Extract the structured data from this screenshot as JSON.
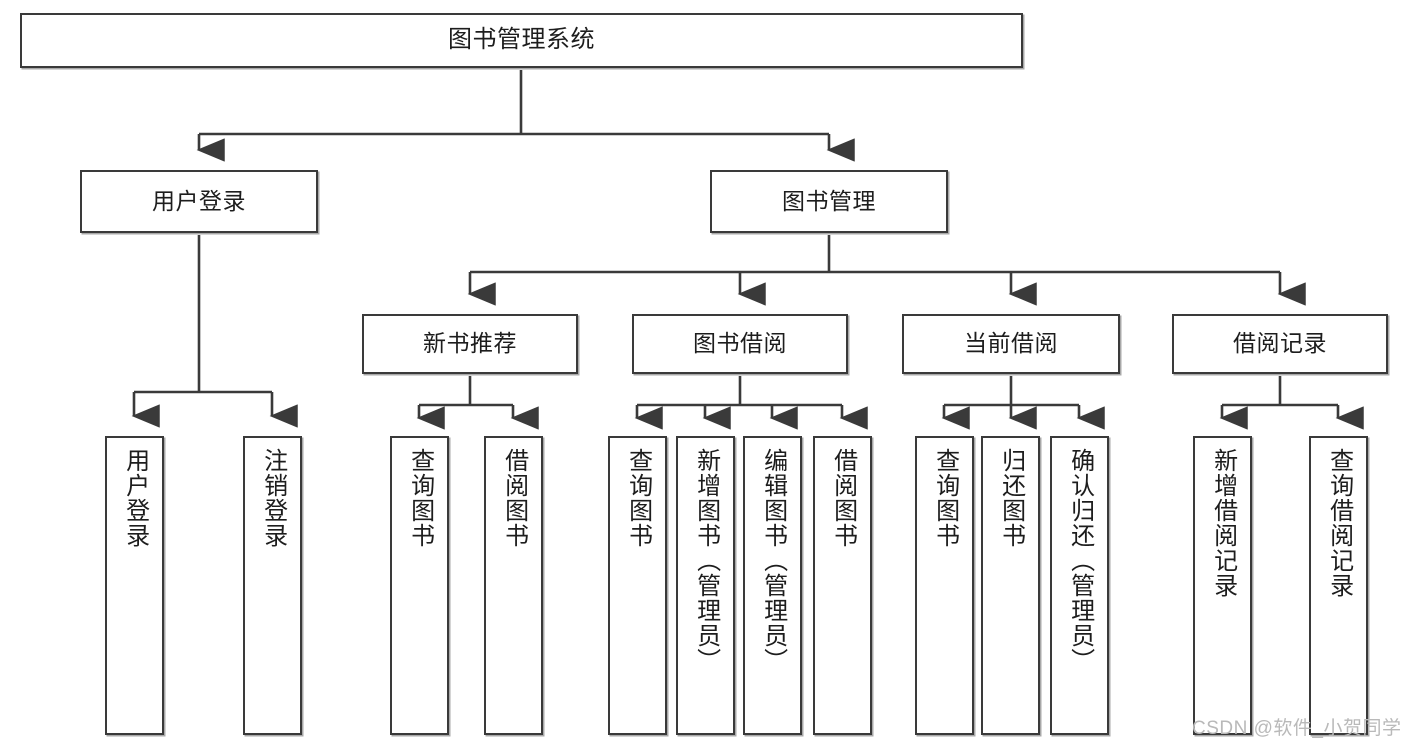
{
  "diagram": {
    "title": "图书管理系统",
    "type": "tree-hierarchy-chart",
    "colors": {
      "box_border": "#3a3a3a",
      "box_fill": "#ffffff",
      "edge": "#3a3a3a",
      "text": "#1d1d1d",
      "watermark": "#b9b9b9",
      "background": "#ffffff"
    },
    "root": {
      "label": "图书管理系统"
    },
    "level2": [
      {
        "label": "用户登录"
      },
      {
        "label": "图书管理"
      }
    ],
    "level3": [
      {
        "label": "新书推荐"
      },
      {
        "label": "图书借阅"
      },
      {
        "label": "当前借阅"
      },
      {
        "label": "借阅记录"
      }
    ],
    "leaves": {
      "user_login": [
        {
          "label": "用户登录"
        },
        {
          "label": "注销登录"
        }
      ],
      "new_book_recommend": [
        {
          "label": "查询图书"
        },
        {
          "label": "借阅图书"
        }
      ],
      "book_borrow": [
        {
          "label": "查询图书"
        },
        {
          "label": "新增图书（管理员）"
        },
        {
          "label": "编辑图书（管理员）"
        },
        {
          "label": "借阅图书"
        }
      ],
      "current_borrow": [
        {
          "label": "查询图书"
        },
        {
          "label": "归还图书"
        },
        {
          "label": "确认归还（管理员）"
        }
      ],
      "borrow_record": [
        {
          "label": "新增借阅记录"
        },
        {
          "label": "查询借阅记录"
        }
      ]
    }
  },
  "watermark": {
    "text": "CSDN @软件_小贺同学"
  }
}
